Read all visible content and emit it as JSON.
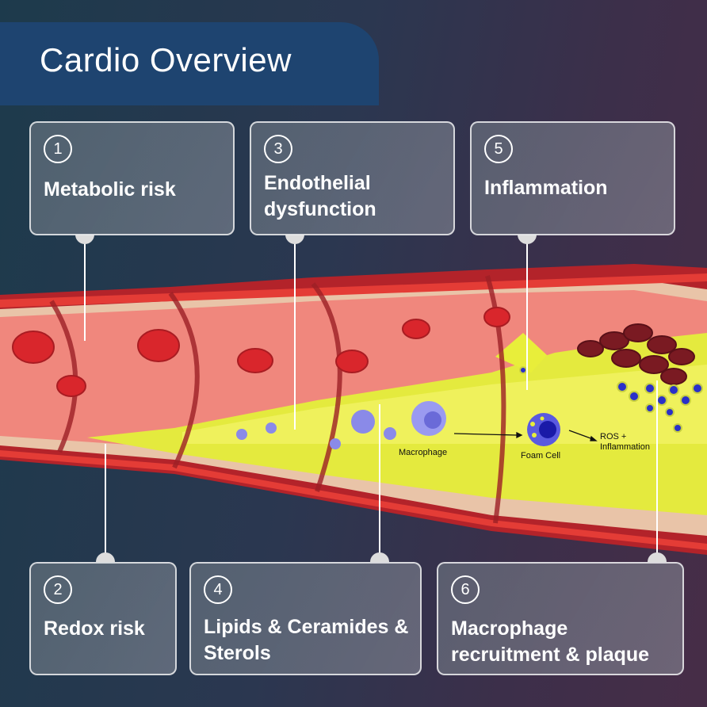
{
  "title": "Cardio Overview",
  "boxes": [
    {
      "num": "1",
      "label": "Metabolic risk"
    },
    {
      "num": "2",
      "label": "Redox risk"
    },
    {
      "num": "3",
      "label": "Endothelial dysfunction"
    },
    {
      "num": "4",
      "label": "Lipids & Ceramides & Sterols"
    },
    {
      "num": "5",
      "label": "Inflammation"
    },
    {
      "num": "6",
      "label": "Macrophage recruitment & plaque"
    }
  ],
  "diagram_labels": {
    "macrophage": "Macrophage",
    "foam_cell": "Foam Cell",
    "ros_line1": "ROS +",
    "ros_line2": "Inflammation"
  },
  "colors": {
    "banner": "#1e4470",
    "wall": "#d42a2a",
    "lumen": "#f08a80",
    "plaque": "#e6ea3c",
    "cell": "#8a8ae8"
  }
}
